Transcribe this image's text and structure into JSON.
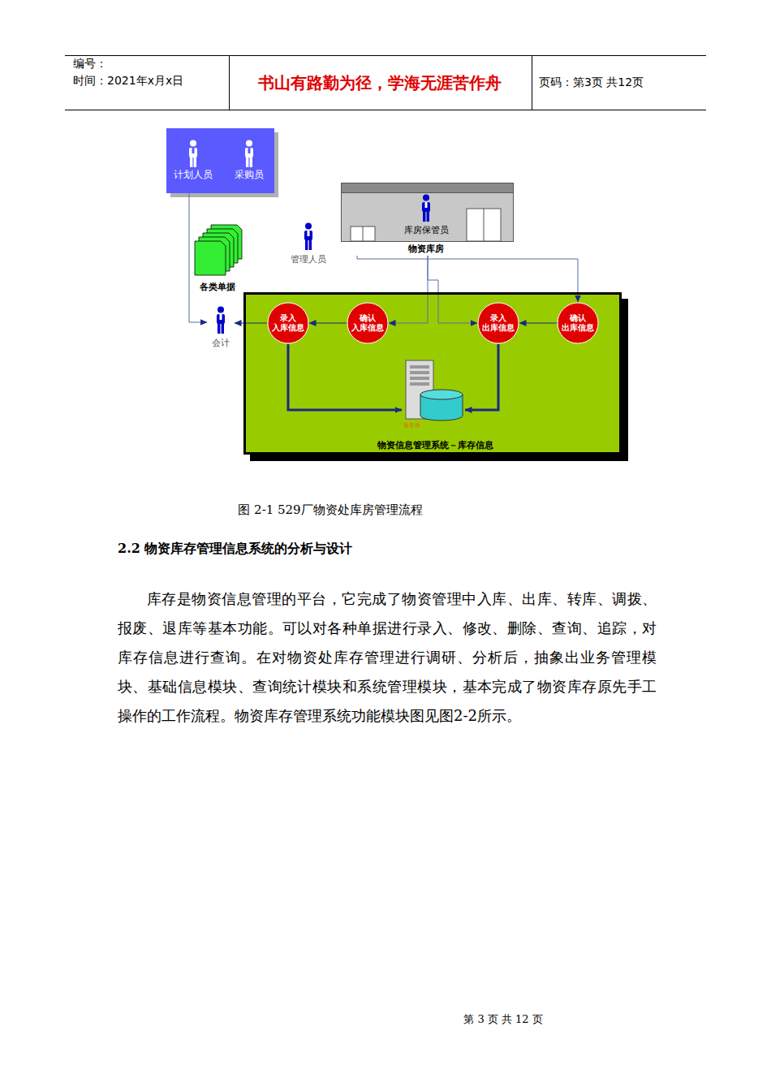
{
  "diagram": {
    "caption": "图 2-1  529厂物资处库房管理流程",
    "nodes": [
      {
        "text": [
          "计划人员",
          "采购员"
        ]
      },
      {
        "text": [
          "库房保管员",
          "物资库房"
        ]
      },
      {
        "text": [
          "各类单据"
        ]
      },
      {
        "text": [
          "管理人员"
        ]
      },
      {
        "text": [
          "物资信息管理系统－库存信息"
        ]
      },
      {
        "text": [
          "会计"
        ]
      },
      {
        "text": [
          "录入 入库信息"
        ],
        "in": 4
      },
      {
        "text": [
          "确认 入库信息"
        ],
        "in": 4
      },
      {
        "text": [
          "录入 出库信息"
        ],
        "in": 4
      },
      {
        "text": [
          "确认 出库信息"
        ],
        "in": 4
      },
      {
        "text": [
          "服务器"
        ],
        "in": 4
      }
    ],
    "edges": [
      {
        "from": 0,
        "to": 5,
        "arrow": "to"
      },
      {
        "from": 7,
        "to": 6,
        "arrow": "to"
      },
      {
        "from": 6,
        "to": 5,
        "arrow": "to"
      },
      {
        "from": 1,
        "to": 7,
        "arrow": "to"
      },
      {
        "from": 1,
        "to": 8,
        "arrow": "to"
      },
      {
        "from": 1,
        "to": 9,
        "arrow": "to"
      },
      {
        "from": 9,
        "to": 8,
        "arrow": "to"
      },
      {
        "from": 6,
        "to": 10,
        "arrow": "to"
      },
      {
        "from": 8,
        "to": 10,
        "arrow": "to"
      }
    ],
    "labels": [
      "编号：",
      "时间：2021年x月x日",
      "书山有路勤为径，学海无涯苦作舟",
      "页码：第3页  共12页",
      "2.2 物资库存管理信息系统的分析与设计",
      "库存是物资信息管理的平台，它完成了物资管理中入库、出库、转库、调拨、报废、退库等基本功能。可以对各种单据进行录入、修改、删除、查询、追踪，对库存信息进行查询。在对物资处库存管理进行调研、分析后，抽象出业务管理模块、基础信息模块、查询统计模块和系统管理模块，基本完成了物资库存原先手工操作的工作流程。物资库存管理系统功能模块图见图2-2所示。",
      "第 3 页 共 12 页"
    ]
  }
}
